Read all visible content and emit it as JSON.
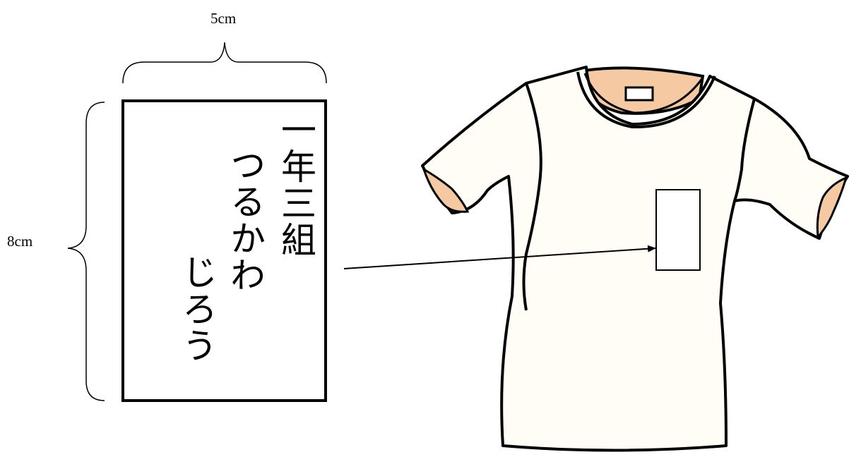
{
  "dimensions": {
    "width_label": "5cm",
    "height_label": "8cm"
  },
  "name_tag": {
    "class_line": "一年三組",
    "family_name": "つるかわ",
    "given_name": "じろう"
  },
  "colors": {
    "shirt_fill": "#fffdf6",
    "inside_fill": "#f5c9a2",
    "outline": "#000000"
  }
}
